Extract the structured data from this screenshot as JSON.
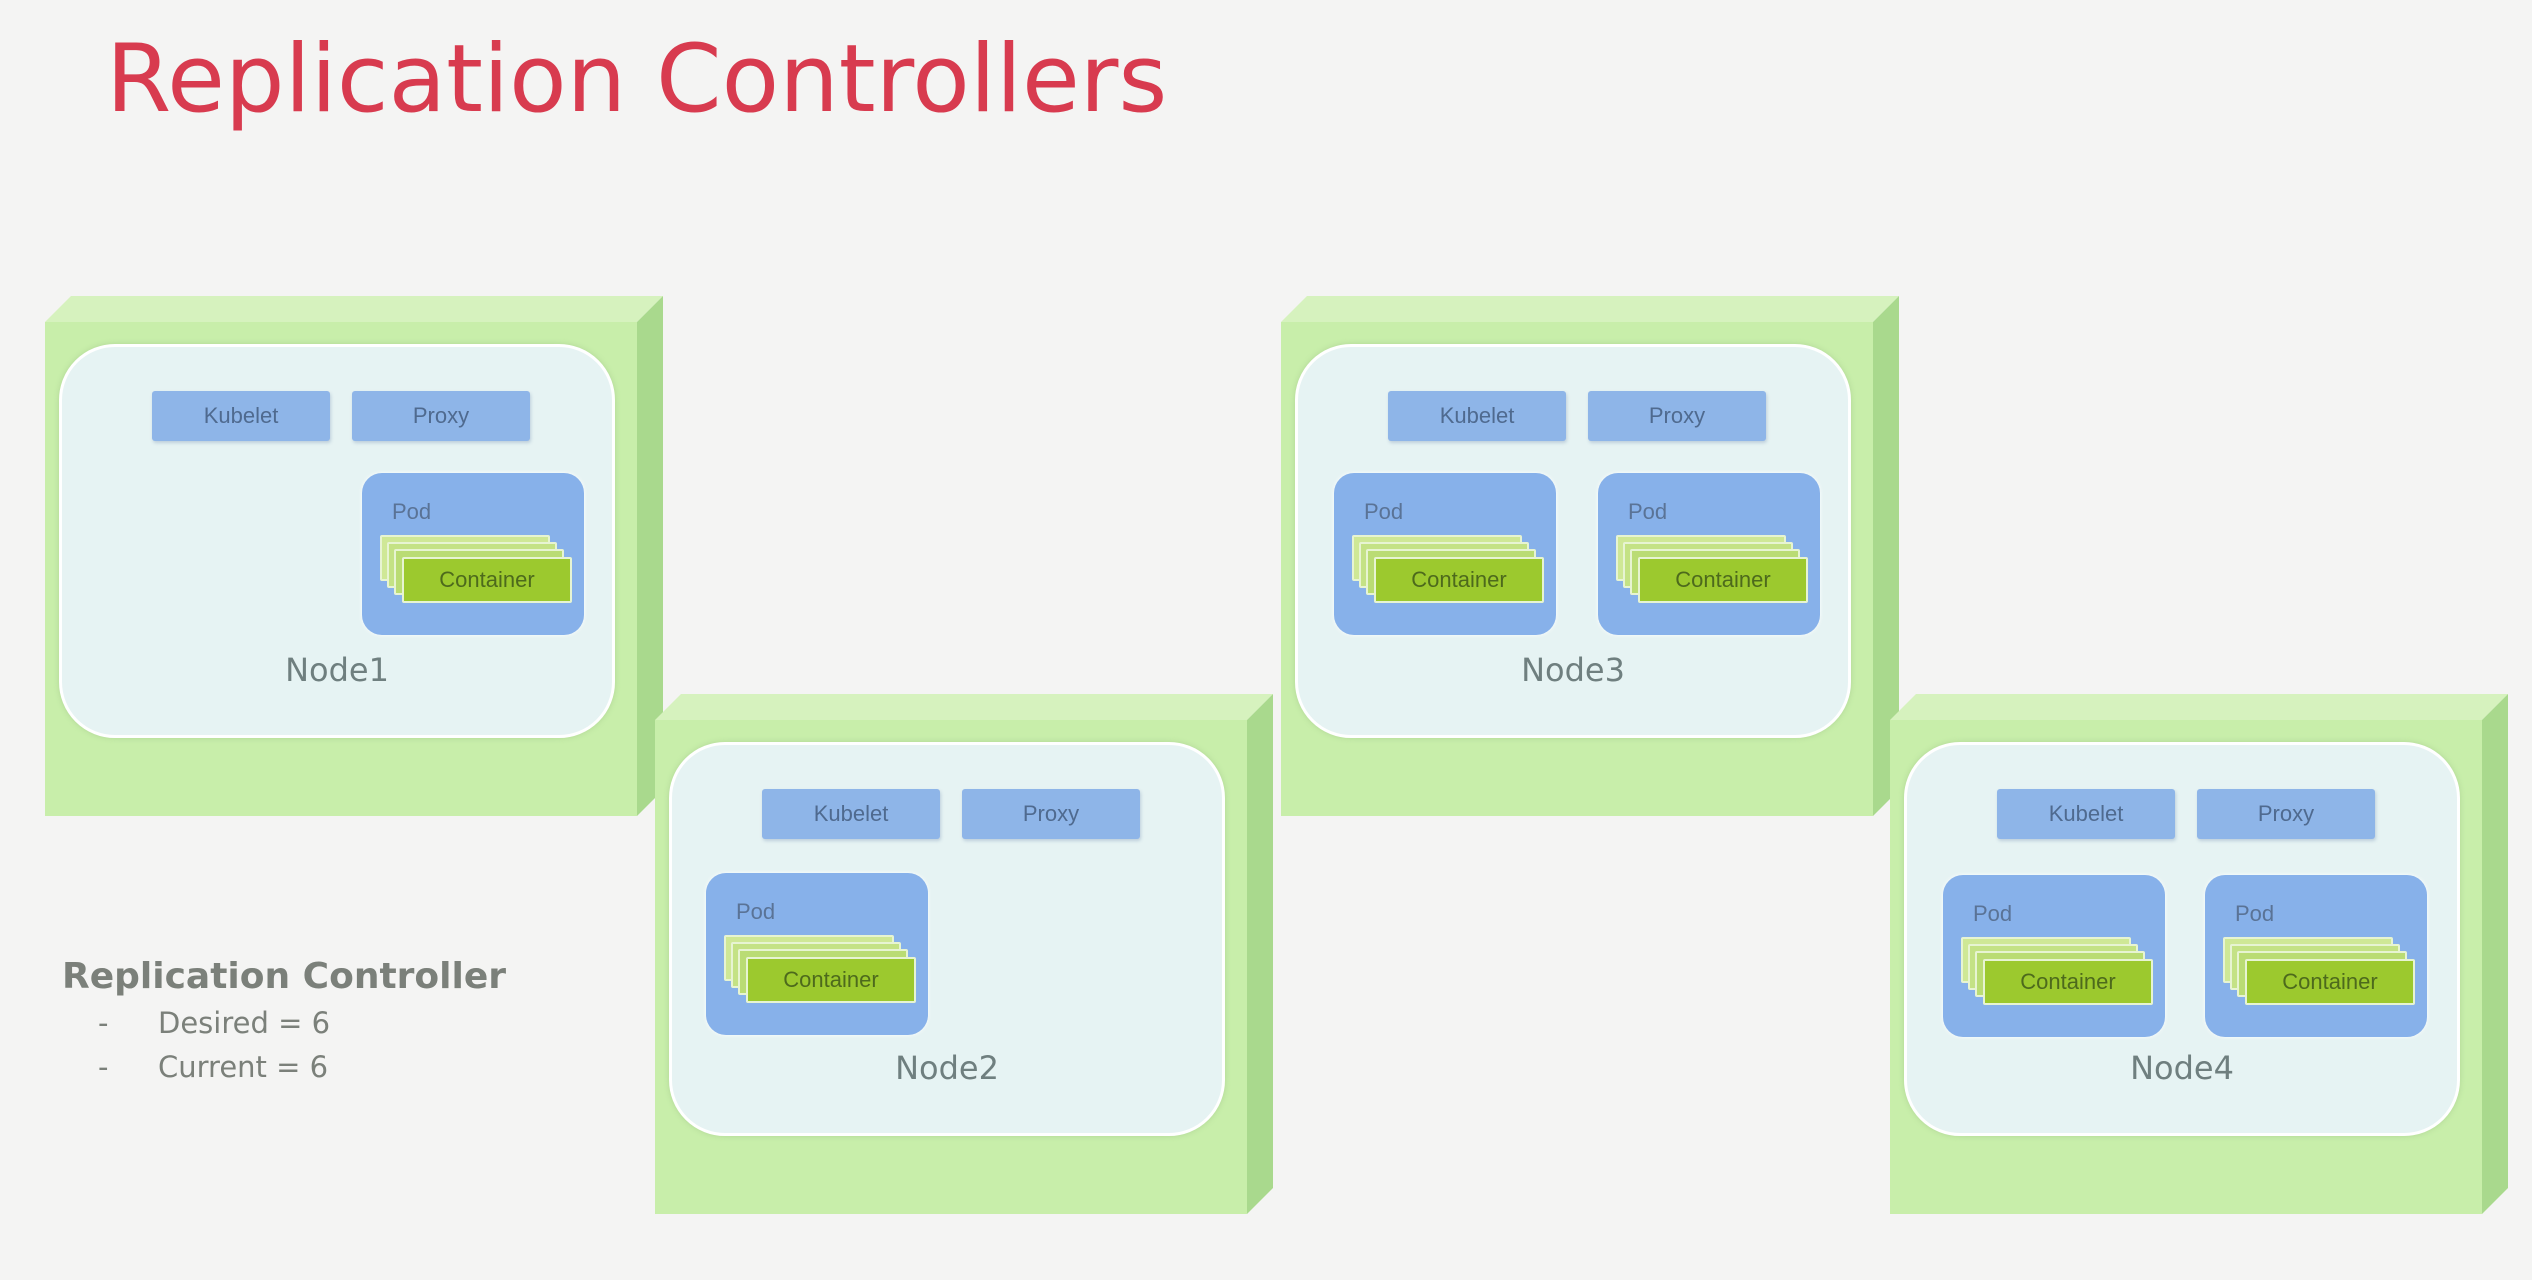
{
  "slide": {
    "title": "Replication Controllers"
  },
  "labels": {
    "kubelet": "Kubelet",
    "proxy": "Proxy",
    "pod": "Pod",
    "container": "Container"
  },
  "nodes": [
    {
      "name": "Node1",
      "pod_count": 1
    },
    {
      "name": "Node2",
      "pod_count": 1
    },
    {
      "name": "Node3",
      "pod_count": 2
    },
    {
      "name": "Node4",
      "pod_count": 2
    }
  ],
  "replication_controller": {
    "title": "Replication Controller",
    "bullet": "-",
    "items": [
      {
        "text": "Desired = 6"
      },
      {
        "text": "Current = 6"
      }
    ]
  },
  "colors": {
    "title": "#d83b4f",
    "node_front": "#c8eeaa",
    "pod": "#87b1ea",
    "container": "#9cc92e"
  }
}
